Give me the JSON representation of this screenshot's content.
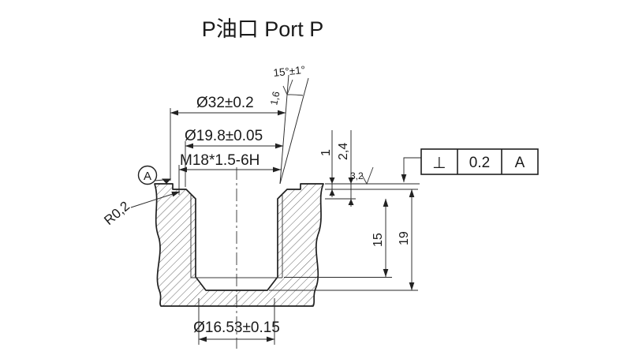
{
  "title": "P油口 Port P",
  "dims": {
    "dia_spotface": "Ø32±0.2",
    "dia_seal": "Ø19.8±0.05",
    "thread": "M18*1.5-6H",
    "dia_bottom": "Ø16.53±0.15",
    "angle": "15°±1°",
    "depth_spotface": "1",
    "depth_chamfer": "2,4",
    "depth_thread": "15",
    "depth_bore": "19",
    "radius": "R0,2",
    "roughness_seal": "1,6",
    "roughness_face": "3,2",
    "datum_label": "A"
  },
  "gdt": {
    "symbol": "⊥",
    "tolerance": "0.2",
    "datum": "A"
  },
  "colors": {
    "line": "#1f1f1f",
    "text": "#1a1a1a",
    "background": "#ffffff"
  }
}
